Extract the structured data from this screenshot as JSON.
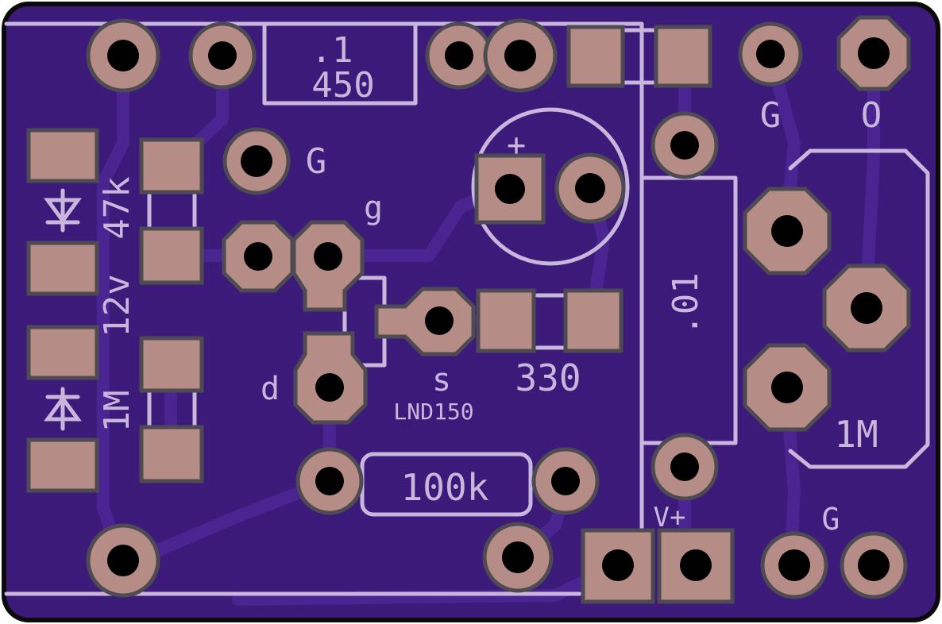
{
  "board": {
    "colors": {
      "outline": "#0b0b0b",
      "substrate": "#3c1a7a",
      "trace": "#4a2490",
      "silkscreen": "#c9b6dc",
      "pad": "#b68c86",
      "pad_edge": "#4e4a52",
      "drill": "#000000"
    }
  },
  "labels": {
    "cap_top_value": ".1",
    "res_top_value": "450",
    "ground_top_left": "G",
    "ground_top_right": "G",
    "output_top": "O",
    "gate": "g",
    "drain": "d",
    "source": "s",
    "resistor_47k": "47k",
    "zener_12v": "12v",
    "resistor_1m_left": "1M",
    "transistor_part": "LND150",
    "resistor_330": "330",
    "resistor_100k": "100k",
    "cap_film": ".01",
    "pot_1m": "1M",
    "supply": "V+",
    "ground_bottom": "G",
    "electrolytic_plus": "+"
  }
}
